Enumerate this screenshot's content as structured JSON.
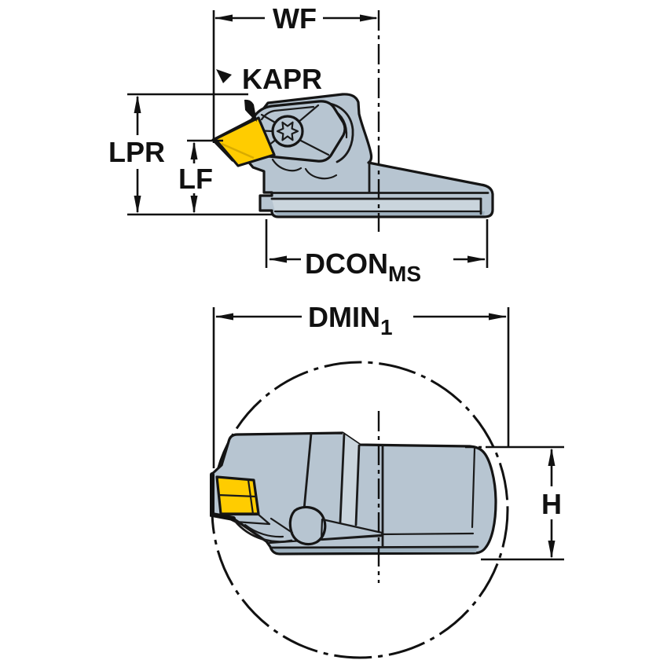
{
  "diagram": {
    "type": "tool-holder-dimension-drawing",
    "side_view": {
      "labels": {
        "wf": "WF",
        "kapr": "KAPR",
        "lpr": "LPR",
        "lf": "LF",
        "dcon": {
          "main": "DCON",
          "sub": "MS"
        }
      }
    },
    "end_view": {
      "labels": {
        "dmin": {
          "main": "DMIN",
          "sub": "1"
        },
        "h": "H"
      }
    },
    "colors": {
      "body": "#b7c5d1",
      "body_light": "#cad5dd",
      "body_dark": "#9fb2c0",
      "insert": "#ffcc00",
      "outline": "#111111",
      "background": "#ffffff"
    }
  }
}
